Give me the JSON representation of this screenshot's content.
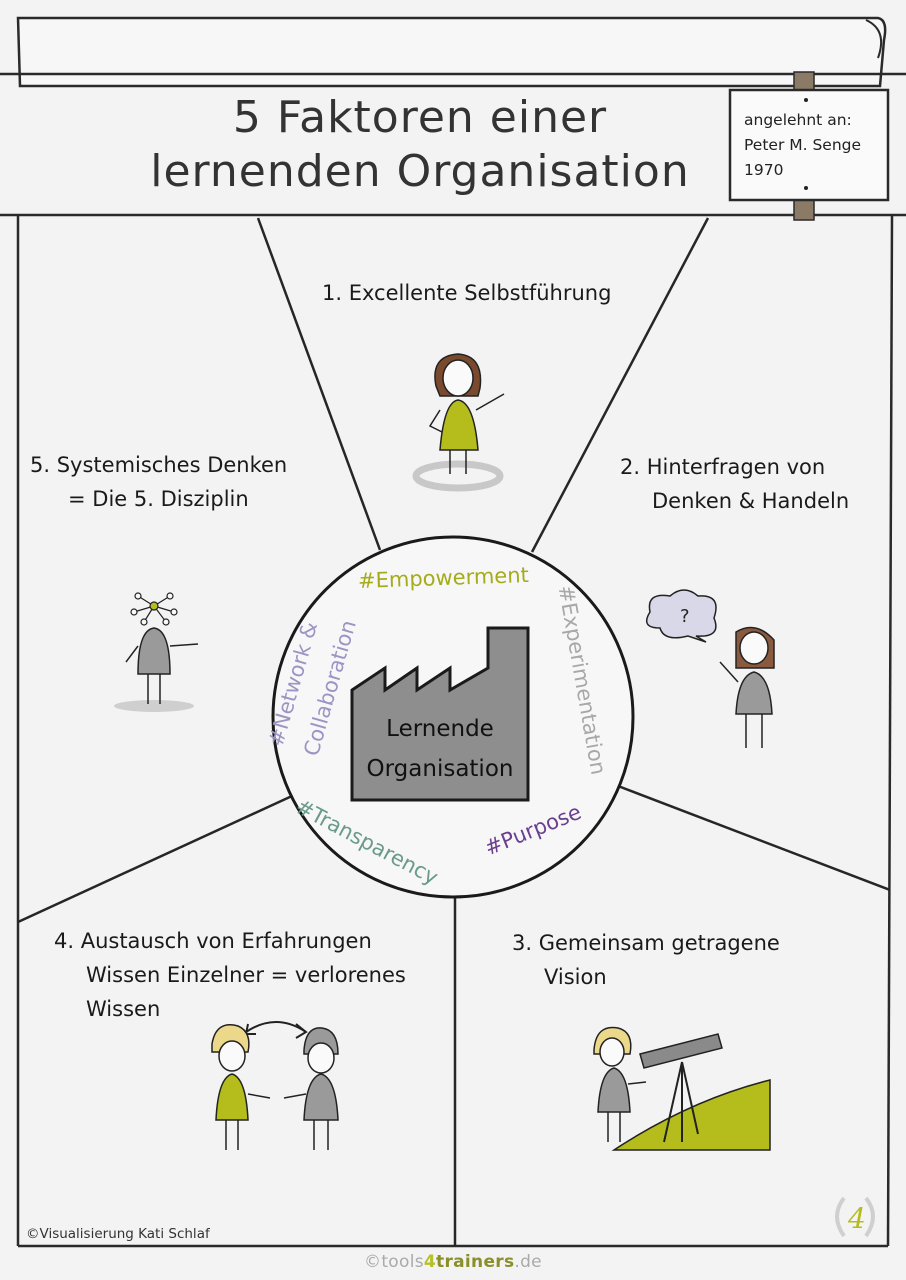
{
  "title": {
    "line1": "5 Faktoren einer",
    "line2": "lernenden Organisation"
  },
  "sign": {
    "line1": "angelehnt an:",
    "line2": "Peter M. Senge",
    "line3": "1970"
  },
  "sections": {
    "s1": {
      "line1": "1. Excellente Selbstführung"
    },
    "s2": {
      "line1": "2. Hinterfragen von",
      "line2": "Denken & Handeln"
    },
    "s3": {
      "line1": "3. Gemeinsam getragene",
      "line2": "Vision"
    },
    "s4": {
      "line1": "4. Austausch von Erfahrungen",
      "line2": "Wissen Einzelner = verlorenes",
      "line3": "Wissen"
    },
    "s5": {
      "line1": "5. Systemisches Denken",
      "line2": "= Die 5. Disziplin"
    }
  },
  "center": {
    "factory_line1": "Lernende",
    "factory_line2": "Organisation",
    "tags": {
      "empowerment": "#Empowerment",
      "experimentation": "#Experimentation",
      "purpose": "#Purpose",
      "transparency": "#Transparency",
      "network": "#Network &",
      "collaboration": "Collaboration"
    }
  },
  "thought_bubble_text": "?",
  "credit": "©Visualisierung Kati Schlaf",
  "footer": {
    "prefix": "©tools",
    "num": "4",
    "brand": "trainers",
    "suffix": ".de"
  },
  "logo_text": "4",
  "colors": {
    "olive": "#b5bd1c",
    "grey_figure": "#9a9a9a",
    "factory": "#8e8e8e",
    "empowerment": "#a5ac1c",
    "experimentation": "#a8a8a8",
    "purpose": "#6a3f8f",
    "transparency": "#6a9a88",
    "network": "#9c95c4",
    "line": "#262626"
  }
}
